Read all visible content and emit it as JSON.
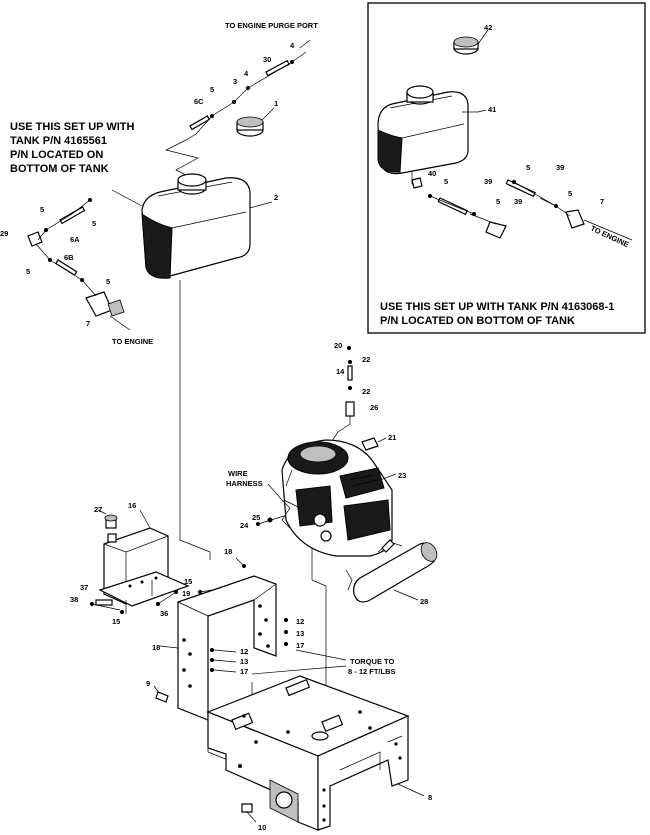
{
  "notes": {
    "top_purge": "TO ENGINE PURGE PORT",
    "left_setup": [
      "USE THIS SET UP WITH",
      "TANK P/N 4165561",
      "P/N LOCATED ON",
      "BOTTOM OF TANK"
    ],
    "to_engine_left": "TO ENGINE",
    "inset_setup": [
      "USE THIS SET UP WITH TANK P/N 4163068-1",
      "P/N LOCATED ON BOTTOM OF TANK"
    ],
    "to_engine_inset": "TO ENGINE",
    "wire_harness": [
      "WIRE",
      "HARNESS"
    ],
    "torque": [
      "TORQUE TO",
      "8 - 12 FT/LBS"
    ]
  },
  "callouts": {
    "c4": "4",
    "c30": "30",
    "c3": "3",
    "c4b": "4",
    "c5a": "5",
    "c6c": "6C",
    "c1": "1",
    "c2": "2",
    "c5b": "5",
    "c5c": "5",
    "c6a": "6A",
    "c29": "29",
    "c5d": "5",
    "c6b": "6B",
    "c5e": "5",
    "c7": "7",
    "c42": "42",
    "c41": "41",
    "c40": "40",
    "c5f": "5",
    "c39a": "39",
    "c5g": "5",
    "c39b": "39",
    "c5h": "5",
    "c39c": "39",
    "c5i": "5",
    "c7b": "7",
    "c20": "20",
    "c22a": "22",
    "c14": "14",
    "c22b": "22",
    "c26": "26",
    "c21": "21",
    "c23": "23",
    "c25": "25",
    "c24": "24",
    "c28": "28",
    "c27": "27",
    "c16": "16",
    "c18": "18",
    "c19": "19",
    "c15a": "15",
    "c37": "37",
    "c38": "38",
    "c36": "36",
    "c15b": "15",
    "c12a": "12",
    "c13a": "13",
    "c17a": "17",
    "c12b": "12",
    "c13b": "13",
    "c17b": "17",
    "c18b": "18",
    "c9": "9",
    "c8": "8",
    "c10": "10"
  },
  "colors": {
    "ink": "#000000",
    "background": "#ffffff",
    "shade": "#bfbfbf"
  }
}
